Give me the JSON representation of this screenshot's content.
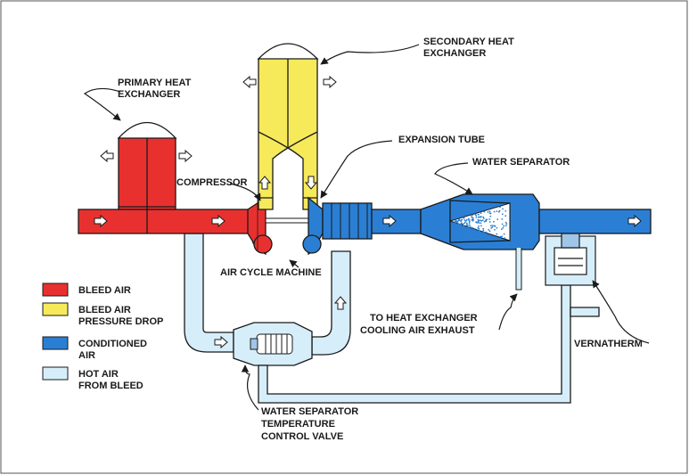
{
  "colors": {
    "bleed_air": "#e8312f",
    "pressure_drop": "#f6ea5a",
    "conditioned": "#2a7fd4",
    "hot_air": "#d6eefa",
    "outline": "#1a1a1a"
  },
  "labels": {
    "primary_hx": [
      "PRIMARY HEAT",
      "EXCHANGER"
    ],
    "secondary_hx": [
      "SECONDARY HEAT",
      "EXCHANGER"
    ],
    "compressor": "COMPRESSOR",
    "expansion_tube": "EXPANSION TUBE",
    "water_separator": "WATER SEPARATOR",
    "acm": "AIR CYCLE MACHINE",
    "exhaust": [
      "TO HEAT EXCHANGER",
      "COOLING AIR EXHAUST"
    ],
    "vernatherm": "VERNATHERM",
    "valve": [
      "WATER SEPARATOR",
      "TEMPERATURE",
      "CONTROL VALVE"
    ]
  },
  "legend": [
    {
      "lines": [
        "BLEED AIR"
      ],
      "color": "#e8312f"
    },
    {
      "lines": [
        "BLEED AIR",
        "PRESSURE DROP"
      ],
      "color": "#f6ea5a"
    },
    {
      "lines": [
        "CONDITIONED",
        "AIR"
      ],
      "color": "#2a7fd4"
    },
    {
      "lines": [
        "HOT AIR",
        "FROM BLEED"
      ],
      "color": "#d6eefa"
    }
  ]
}
